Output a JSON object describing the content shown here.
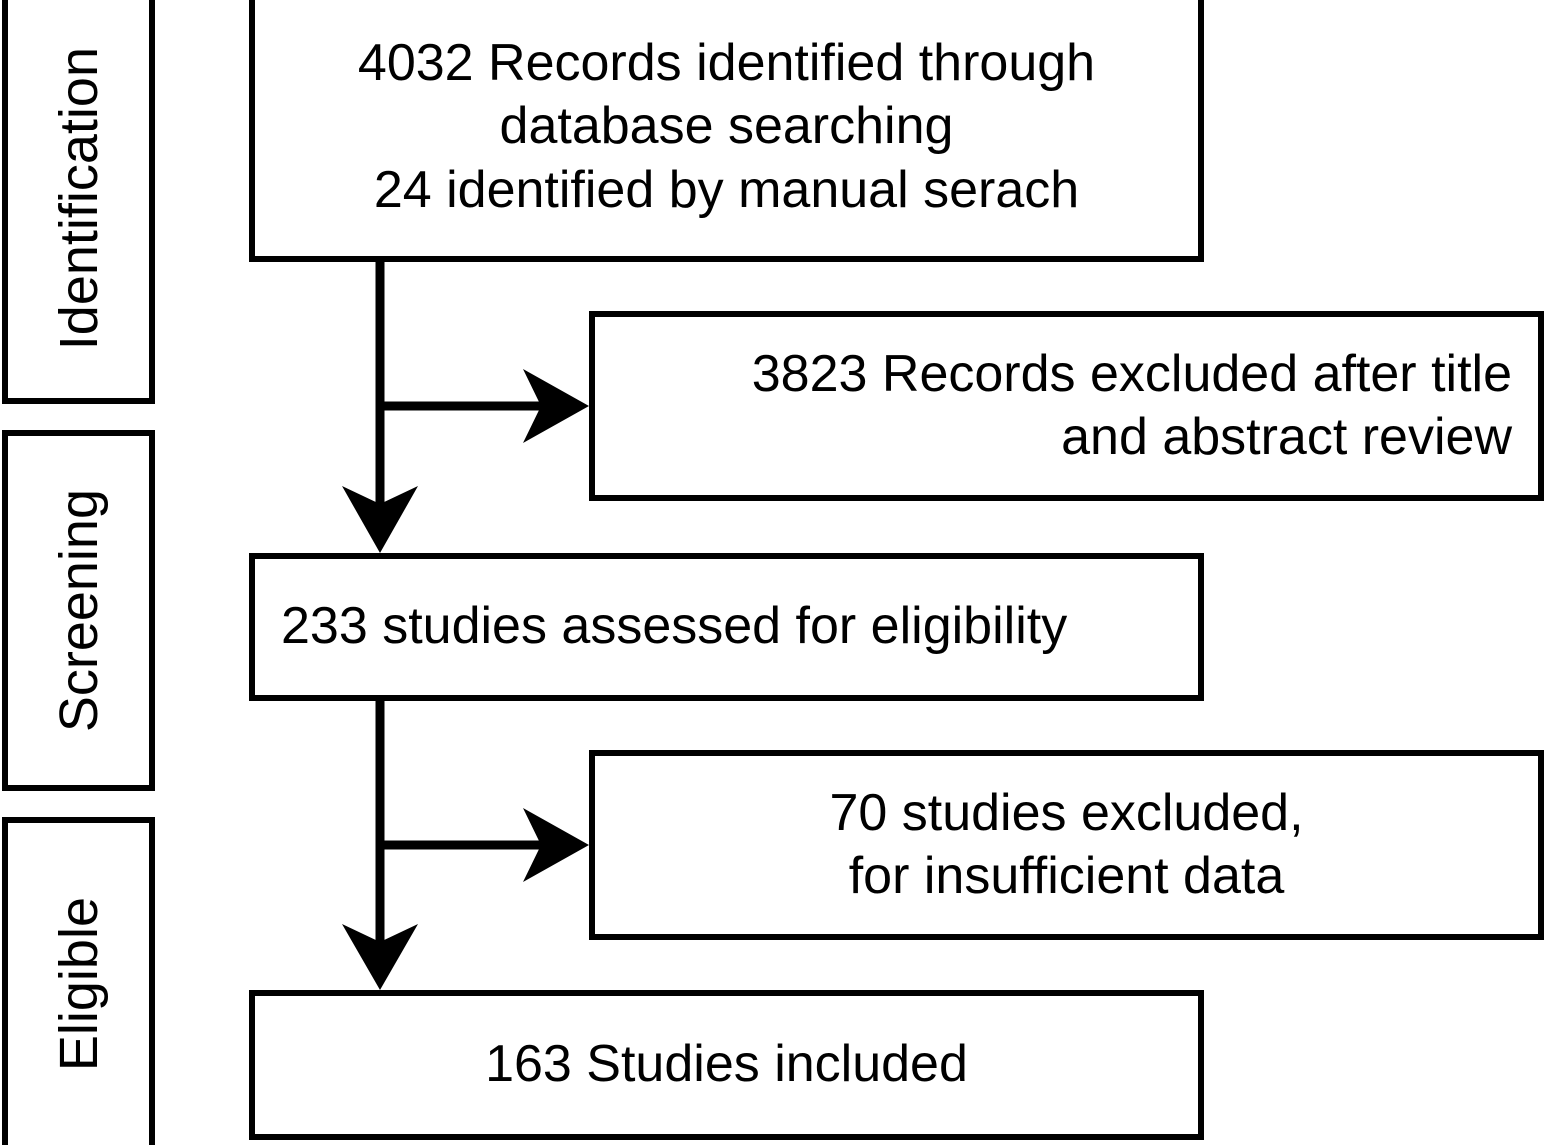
{
  "diagram": {
    "type": "prisma-flow-diagram",
    "title": "",
    "colors": {
      "stroke": "#000000",
      "background": "#ffffff",
      "text": "#000000"
    },
    "stages": [
      {
        "id": "identification",
        "label": "Identification"
      },
      {
        "id": "screening",
        "label": "Screening"
      },
      {
        "id": "eligible",
        "label": "Eligible"
      }
    ],
    "boxes": [
      {
        "id": "identified",
        "stage": "identification",
        "align": "center",
        "lines": [
          "4032 Records identified through",
          "database searching",
          "24 identified by manual serach"
        ],
        "count_database": 4032,
        "count_manual": 24
      },
      {
        "id": "excluded-title-abstract",
        "stage": "screening",
        "align": "right",
        "lines": [
          "3823 Records excluded after title",
          "and abstract review"
        ],
        "count": 3823
      },
      {
        "id": "assessed-eligibility",
        "stage": "screening",
        "align": "left",
        "lines": [
          "233 studies assessed for eligibility"
        ],
        "count": 233
      },
      {
        "id": "excluded-insufficient-data",
        "stage": "eligible",
        "align": "center",
        "lines": [
          "70 studies excluded,",
          "for insufficient data"
        ],
        "count": 70
      },
      {
        "id": "included",
        "stage": "eligible",
        "align": "center",
        "lines": [
          "163 Studies included"
        ],
        "count": 163
      }
    ],
    "connectors": [
      {
        "id": "identified-to-eligibility",
        "from": "identified",
        "to": "assessed-eligibility",
        "kind": "down-arrow"
      },
      {
        "id": "identified-to-excluded-1",
        "from": "identified",
        "to": "excluded-title-abstract",
        "kind": "right-arrow"
      },
      {
        "id": "eligibility-to-included",
        "from": "assessed-eligibility",
        "to": "included",
        "kind": "down-arrow"
      },
      {
        "id": "eligibility-to-excluded-2",
        "from": "assessed-eligibility",
        "to": "excluded-insufficient-data",
        "kind": "right-arrow"
      }
    ]
  }
}
